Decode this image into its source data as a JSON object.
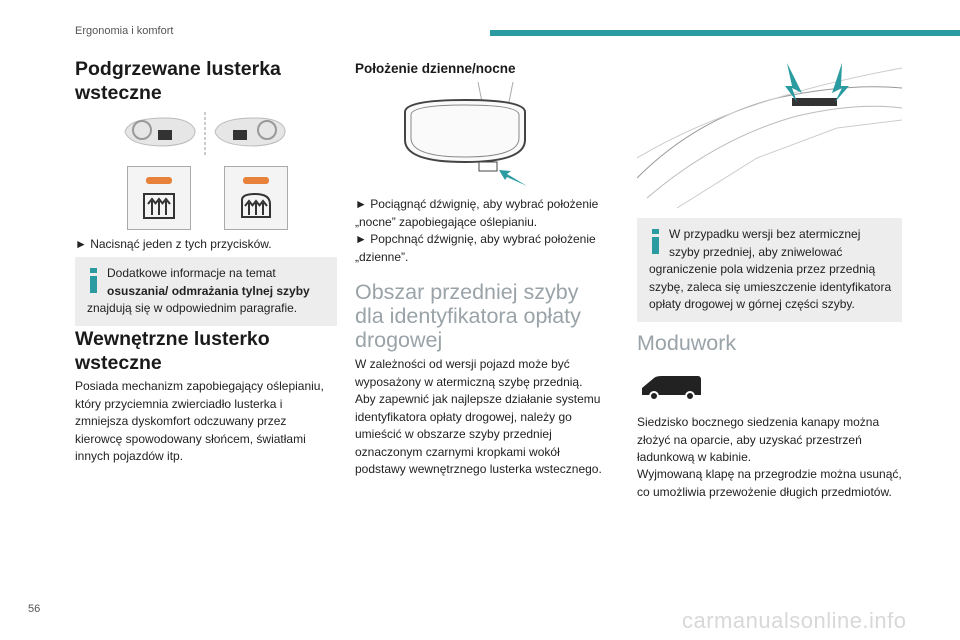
{
  "header": {
    "section": "Ergonomia i komfort",
    "accent": "#2a9ba0"
  },
  "page": {
    "number": "56",
    "watermark": "carmanualsonline.info"
  },
  "col1": {
    "heading1": "Podgrzewane lusterka wsteczne",
    "instruction": "► Nacisnąć jeden z tych przycisków.",
    "info": {
      "pre": "Dodatkowe informacje na temat ",
      "bold": "osuszania/ odmrażania tylnej szyby",
      "post": " znajdują się w odpowiednim paragrafie."
    },
    "heading2": "Wewnętrzne lusterko wsteczne",
    "para": "Posiada mechanizm zapobiegający oślepianiu, który przyciemnia zwierciadło lusterka i zmniejsza dyskomfort odczuwany przez kierowcę spowodowany słońcem, światłami innych pojazdów itp."
  },
  "col2": {
    "subheading": "Położenie dzienne/nocne",
    "step1": "► Pociągnąć dźwignię, aby wybrać położenie „nocne” zapobiegające oślepianiu.",
    "step2": "► Popchnąć dźwignię, aby wybrać położenie „dzienne”.",
    "heading": "Obszar przedniej szyby dla identyfikatora opłaty drogowej",
    "para1": "W zależności od wersji pojazd może być wyposażony w atermiczną szybę przednią.",
    "para2": "Aby zapewnić jak najlepsze działanie systemu identyfikatora opłaty drogowej, należy go umieścić w obszarze szyby przedniej oznaczonym czarnymi kropkami wokół podstawy wewnętrznego lusterka wstecznego."
  },
  "col3": {
    "info": "W przypadku wersji bez atermicznej szyby przedniej, aby zniwelować ograniczenie pola widzenia przez przednią szybę, zaleca się umieszczenie identyfikatora opłaty drogowej w górnej części szyby.",
    "heading": "Moduwork",
    "para1": "Siedzisko bocznego siedzenia kanapy można złożyć na oparcie, aby uzyskać przestrzeń ładunkową w kabinie.",
    "para2": "Wyjmowaną klapę na przegrodzie można usunąć, co umożliwia przewożenie długich przedmiotów."
  }
}
